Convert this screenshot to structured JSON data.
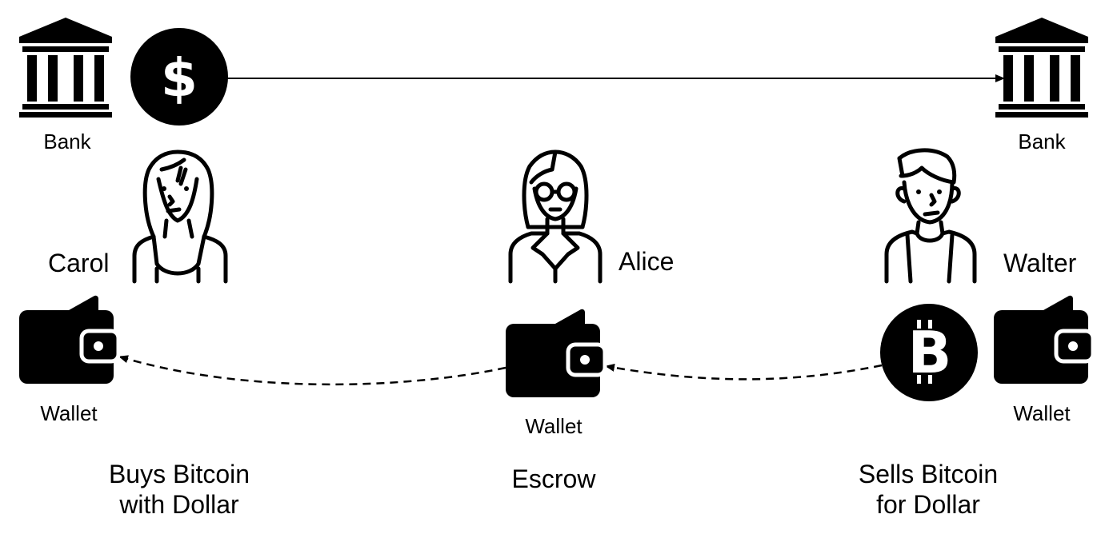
{
  "bank_left": {
    "label": "Bank"
  },
  "bank_right": {
    "label": "Bank"
  },
  "carol": {
    "name": "Carol",
    "wallet_label": "Wallet",
    "role_line1": "Buys Bitcoin",
    "role_line2": "with Dollar"
  },
  "alice": {
    "name": "Alice",
    "wallet_label": "Wallet",
    "role": "Escrow"
  },
  "walter": {
    "name": "Walter",
    "wallet_label": "Wallet",
    "role_line1": "Sells Bitcoin",
    "role_line2": "for Dollar"
  },
  "icons": {
    "bank": "bank-icon",
    "dollar": "dollar-coin-icon",
    "bitcoin": "bitcoin-coin-icon",
    "wallet": "wallet-icon",
    "person": "person-icon"
  },
  "colors": {
    "ink": "#000000",
    "background": "#ffffff"
  }
}
